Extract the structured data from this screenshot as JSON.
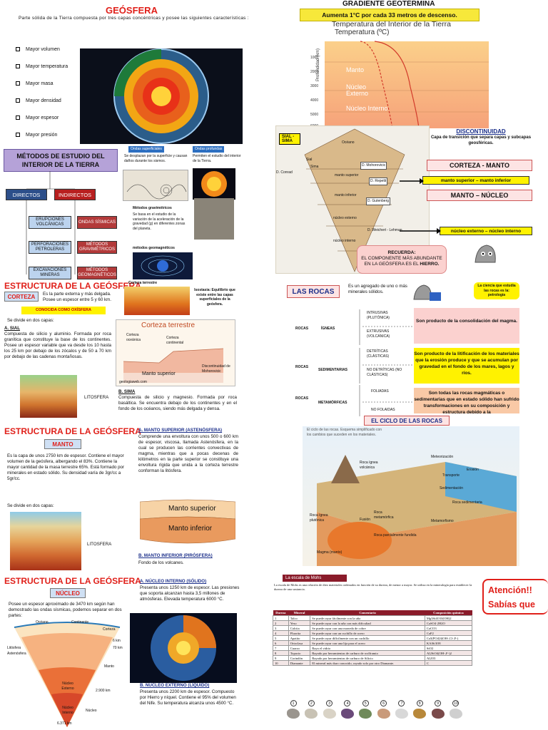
{
  "q1": {
    "title": "GEÓSFERA",
    "intro": "Parte sólida de la Tierra compuesta por tres capas concéntricas y posee las siguientes características :",
    "bullets": [
      "Mayor volumen",
      "Mayor temperatura",
      "Mayor masa",
      "Mayor densidad",
      "Mayor espesor",
      "Mayor presión"
    ],
    "methods_title": "MÉTODOS DE ESTUDIO DEL INTERIOR DE LA TIERRA",
    "directos": "DIRECTOS",
    "indirectos": "INDIRECTOS",
    "direct_items": [
      "ERUPCIONES VOLCÁNICAS",
      "PERFORACIONES PETROLERAS",
      "EXCAVACIONES MINERAS"
    ],
    "indirect_items": [
      "ONDAS SÍSMICAS",
      "MÉTODOS GRAVIMÉTRICOS",
      "MÉTODOS GEOMAGNÉTICOS"
    ],
    "ondas_sup_label": "Ondas superficiales",
    "ondas_sup_text": "Se desplazan por la superficie y causan daños durante los sismos.",
    "ondas_prof_label": "Ondas profundas",
    "ondas_prof_text": "Permiten el estudio del interior de la Tierra.",
    "grav_title": "Métodos gravimétricos",
    "grav_text": "Se basa en el estudio de la variación de la aceleración de la gravedad (g) en diferentes zonas del planeta.",
    "geomag_title": "métodos geomagnéticos"
  },
  "q2": {
    "title": "GRADIENTE GEOTÉRMINA",
    "banner": "Aumenta 1°C por cada 33 metros de descenso.",
    "chart_title": "Temperatura del Interior de la Tierra",
    "chart_axis": "Temperatura (ºC)",
    "y_axis": "Profundidad (km)",
    "layers": [
      "Manto",
      "Núcleo Externo",
      "Núcleo Interno"
    ],
    "discontinuidad_title": "DISCONTINUIDAD",
    "discontinuidad_text": "Capa de transición que separa capas y subcapas geosféricas.",
    "corteza_manto": "CORTEZA - MANTO",
    "manto_nucleo": "MANTO – NÚCLEO",
    "label1": "manto superior – manto inferior",
    "label2": "núcleo externo – núcleo interno",
    "sial": "SIAL - SIMA",
    "disc_names": [
      "D. Mohorovicic",
      "D. Repetti",
      "D. Gutenberg",
      "D. Weichert - Lehman"
    ],
    "conrad": "D. Conrad",
    "layer_names": [
      "Sial",
      "Sima",
      "manto superior",
      "manto inferior",
      "núcleo externo",
      "núcleo interno",
      "Océano"
    ],
    "recuerda_title": "RECUERDA:",
    "recuerda_text": "EL COMPONENTE MÁS ABUNDANTE EN LA GEÓSFERA ES EL",
    "recuerda_bold": "HIERRO."
  },
  "q3": {
    "title": "ESTRUCTURA DE LA GEÓSFERA",
    "corteza": "CORTEZA",
    "corteza_text": "Es la parte externa y más delgada. Posee un espesor entre 5 y 60 km.",
    "oxisfera": "CONOCIDA COMO OXÍSFERA",
    "divide": "Se divide en dos capas:",
    "sial_title": "A. SIAL",
    "sial_text": "Compuesta de silicio y aluminio. Formada por roca granítica que constituye la base de los continentes. Posee un espesor variable que va desde los 10 hasta los 25 km por debajo de los zócalos y de 50 a 70 km por debajo de las cadenas montañosas.",
    "ct_label": "Corteza terrestre",
    "isostasia": "Isostasia: Equilibrio que existe entre las capas superficiales de la geósfera.",
    "ct_diag_title": "Corteza terrestre",
    "ct_oce": "Corteza oceánica",
    "ct_cont": "Corteza continental",
    "manto_sup": "Manto superior",
    "disc_moho": "Discontinuidad de Mohorovicic",
    "credit": "geologiaweb.com",
    "litosfera": "LITOSFERA",
    "sima_title": "B. SIMA",
    "sima_text": "Compuesta de silicio y magnesio. Formada por roca basáltica. Se encuentra debajo de los continentes y en el fondo de los océanos, siendo más delgada y densa."
  },
  "q4": {
    "title": "LAS ROCAS",
    "def": "Es un agregado de uno o más minerales sólidos.",
    "ciencia": "La ciencia que estudia las rocas es la: petrología",
    "rows": [
      {
        "rocas": "ROCAS",
        "type": "ÍGNEAS",
        "sub": [
          "INTRUSIVAS (PLUTÓNICA)",
          "EXTRUSIVAS (VOLCÁNICA)"
        ],
        "desc": "Son producto de la consolidación del magma."
      },
      {
        "rocas": "ROCAS",
        "type": "SEDIMENTARIAS",
        "sub": [
          "DETRÍTICAS (CLÁSTICAS)",
          "NO DETRÍTICAS (NO CLÁSTICAS)"
        ],
        "desc": "Son producto de la litificación de los materiales que la erosión produce y que se acumulan por gravedad en el fondo de los mares, lagos y ríos."
      },
      {
        "rocas": "ROCAS",
        "type": "METAMÓRFICAS",
        "sub": [
          "FOLIADAS",
          "NO FOLAIDAS"
        ],
        "desc": "Son todas las rocas magmáticas o sedimentarias que en estado sólido han sufrido transformaciones en su composición y estructura debido a la"
      }
    ]
  },
  "q5": {
    "title": "ESTRUCTURA DE LA GEÓSFERA",
    "manto": "MANTO",
    "manto_text": "Es la capa de unos 2750 km de espesor. Contiene el mayor volumen de la geósfera, albergando el 83%. Contiene la mayor cantidad de la masa terrestre 65%. Está formado por minerales en estado sólido. Su densidad varía de 3gr/cc a 5gr/cc.",
    "divide": "Se divide en dos capas:",
    "litosfera": "LITOSFERA",
    "a_title": "A. MANTO SUPERIOR (ASTENÓSFERA)",
    "a_text": "Comprende una envoltura con unos 500 o 600 km de espesor, viscosa, llamada Astenósfera, en la cual se producen las corrientes convectivas de magma, mientras que a pocas decenas de kilómetros en la parte superior se constituye una envoltura rígida que unida a la corteza terrestre conforman la litósfera.",
    "diag_sup": "Manto superior",
    "diag_inf": "Manto inferior",
    "b_title": "B. MANTO INFERIOR (PIRÓSFERA)",
    "b_text": "Fondo de los volcanes."
  },
  "q6": {
    "title": "EL CICLO DE LAS ROCAS",
    "diag_title": "El ciclo de las rocas. Esquema simplificado con los cambios que suceden en los materiales.",
    "labels": [
      "Meteorización",
      "Erosión",
      "Roca ígnea volcánica",
      "Transporte",
      "Sedimentación",
      "Roca ígnea plutónica",
      "Roca metamórfica",
      "Roca sedimentaria",
      "Fusión",
      "Metamorfismo",
      "Roca parcialmente fundida",
      "Magma (manto)"
    ]
  },
  "q7": {
    "title": "ESTRUCTURA DE LA GEÓSFERA",
    "nucleo": "NÚCLEO",
    "text": "Posee un espesor aproximado de 3470 km según han demostrado las ondas sísmicas, podemos separar en dos partes:",
    "a_title": "A. NÚCLEO INTERNO (SÓLIDO)",
    "a_text": "Presenta unos 1250 km de espesor. Las presiones que soporta alcanzan hasta 3,5 millones de atmósferas. Elevada temperatura 6000 °C.",
    "b_title": "B. NÚCLEO EXTERNO (LÍQUIDO)",
    "b_text": "Presenta unos 2200 km de espesor. Compuesto por Hierro y níquel. Contiene el 95% del volumen del Nife. Su temperatura alcanza unos 4500 °C.",
    "diag": [
      "Océano",
      "Continente",
      "Corteza",
      "Litósfera",
      "Astenósfera",
      "Manto",
      "Núcleo Externo",
      "Núcleo Interno",
      "Núcleo",
      "6 km",
      "70 km",
      "2.900 km",
      "6.371 km"
    ]
  },
  "q8": {
    "title": "La escala de Mohs",
    "intro": "La escala de Mohs es una relación de diez materiales ordenados en función de su dureza, de menor a mayor. Se utiliza en la mineralogía para establecer la dureza de una sustancia.",
    "headers": [
      "Dureza",
      "Mineral",
      "Comentario",
      "Composición química"
    ],
    "rows": [
      [
        "1",
        "Talco",
        "Se puede rayar fácilmente con la uña",
        "Mg3Si4O10(OH)2"
      ],
      [
        "2",
        "Yeso",
        "Se puede rayar con la uña con más dificultad",
        "CaSO4·2H2O"
      ],
      [
        "3",
        "Calcita",
        "Se puede rayar con una moneda de cobre",
        "CaCO3"
      ],
      [
        "4",
        "Fluorita",
        "Se puede rayar con un cuchillo de acero",
        "CaF2"
      ],
      [
        "5",
        "Apatito",
        "Se puede rayar difícilmente con un cuchillo",
        "Ca5(PO4)3(OH-,Cl-,F-)"
      ],
      [
        "6",
        "Ortoclasa",
        "Se puede rayar con una lija para el acero",
        "KAlSi3O8"
      ],
      [
        "7",
        "Cuarzo",
        "Raya el vidrio",
        "SiO2"
      ],
      [
        "8",
        "Topacio",
        "Rayado por herramientas de carburo de wolframio",
        "Al2SiO4(OH-,F-)2"
      ],
      [
        "9",
        "Corindón",
        "Rayado por herramientas de carburo de Silicio",
        "Al2O3"
      ],
      [
        "10",
        "Diamante",
        "El mineral más duro conocido, rayado solo por otro Diamante.",
        "C"
      ]
    ],
    "stones": [
      "1",
      "2",
      "3",
      "4",
      "5",
      "6",
      "7",
      "8",
      "9",
      "10"
    ]
  },
  "q9": {
    "line1": "Atención!!",
    "line2": "Sabías que"
  }
}
